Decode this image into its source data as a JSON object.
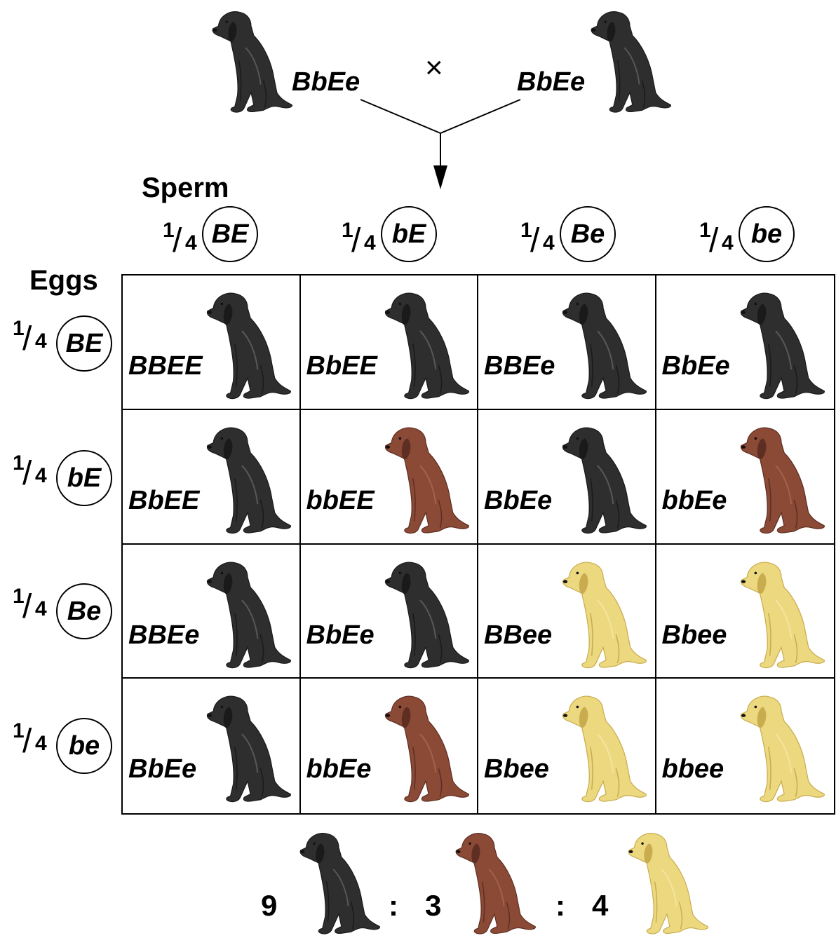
{
  "parents": {
    "left": "BbEe",
    "right": "BbEe",
    "cross": "×"
  },
  "labels": {
    "sperm": "Sperm",
    "eggs": "Eggs"
  },
  "fraction": {
    "num": "1",
    "den": "4"
  },
  "sperm": [
    "BE",
    "bE",
    "Be",
    "be"
  ],
  "eggs": [
    "BE",
    "bE",
    "Be",
    "be"
  ],
  "grid": [
    [
      {
        "g": "BBEE",
        "c": "black"
      },
      {
        "g": "BbEE",
        "c": "black"
      },
      {
        "g": "BBEe",
        "c": "black"
      },
      {
        "g": "BbEe",
        "c": "black"
      }
    ],
    [
      {
        "g": "BbEE",
        "c": "black"
      },
      {
        "g": "bbEE",
        "c": "chocolate"
      },
      {
        "g": "BbEe",
        "c": "black"
      },
      {
        "g": "bbEe",
        "c": "chocolate"
      }
    ],
    [
      {
        "g": "BBEe",
        "c": "black"
      },
      {
        "g": "BbEe",
        "c": "black"
      },
      {
        "g": "BBee",
        "c": "yellow"
      },
      {
        "g": "Bbee",
        "c": "yellow"
      }
    ],
    [
      {
        "g": "BbEe",
        "c": "black"
      },
      {
        "g": "bbEe",
        "c": "chocolate"
      },
      {
        "g": "Bbee",
        "c": "yellow"
      },
      {
        "g": "bbee",
        "c": "yellow"
      }
    ]
  ],
  "ratio": {
    "black": "9",
    "chocolate": "3",
    "yellow": "4",
    "sep": ":"
  },
  "colors": {
    "black": {
      "body": "#2e2e2e",
      "shade": "#1a1a1a",
      "light": "#6a6a6a"
    },
    "chocolate": {
      "body": "#8a4a36",
      "shade": "#5e2e22",
      "light": "#b06a52"
    },
    "yellow": {
      "body": "#ecd87e",
      "shade": "#c9ac50",
      "light": "#f7eab0"
    }
  }
}
